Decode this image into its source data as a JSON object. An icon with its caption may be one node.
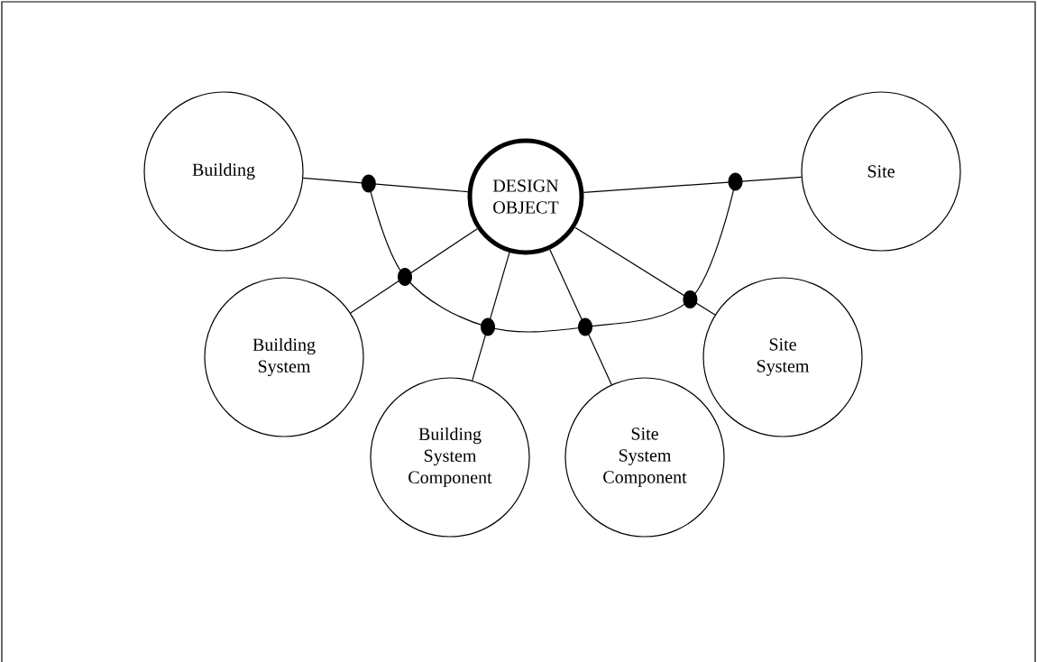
{
  "diagram": {
    "nodes": [
      {
        "text": [
          "Building"
        ]
      },
      {
        "text": [
          "DESIGN OBJECT"
        ]
      },
      {
        "text": [
          "Site"
        ]
      },
      {
        "text": [
          "Building System"
        ]
      },
      {
        "text": [
          "Site System"
        ]
      },
      {
        "text": [
          "Building System Component"
        ]
      },
      {
        "text": [
          "Site System Component"
        ]
      }
    ],
    "edges": [
      {
        "from": 1,
        "to": 0,
        "arrow": "none"
      },
      {
        "from": 1,
        "to": 3,
        "arrow": "none"
      },
      {
        "from": 1,
        "to": 5,
        "arrow": "none"
      },
      {
        "from": 1,
        "to": 6,
        "arrow": "none"
      },
      {
        "from": 1,
        "to": 4,
        "arrow": "none"
      },
      {
        "from": 1,
        "to": 2,
        "arrow": "none"
      }
    ]
  }
}
